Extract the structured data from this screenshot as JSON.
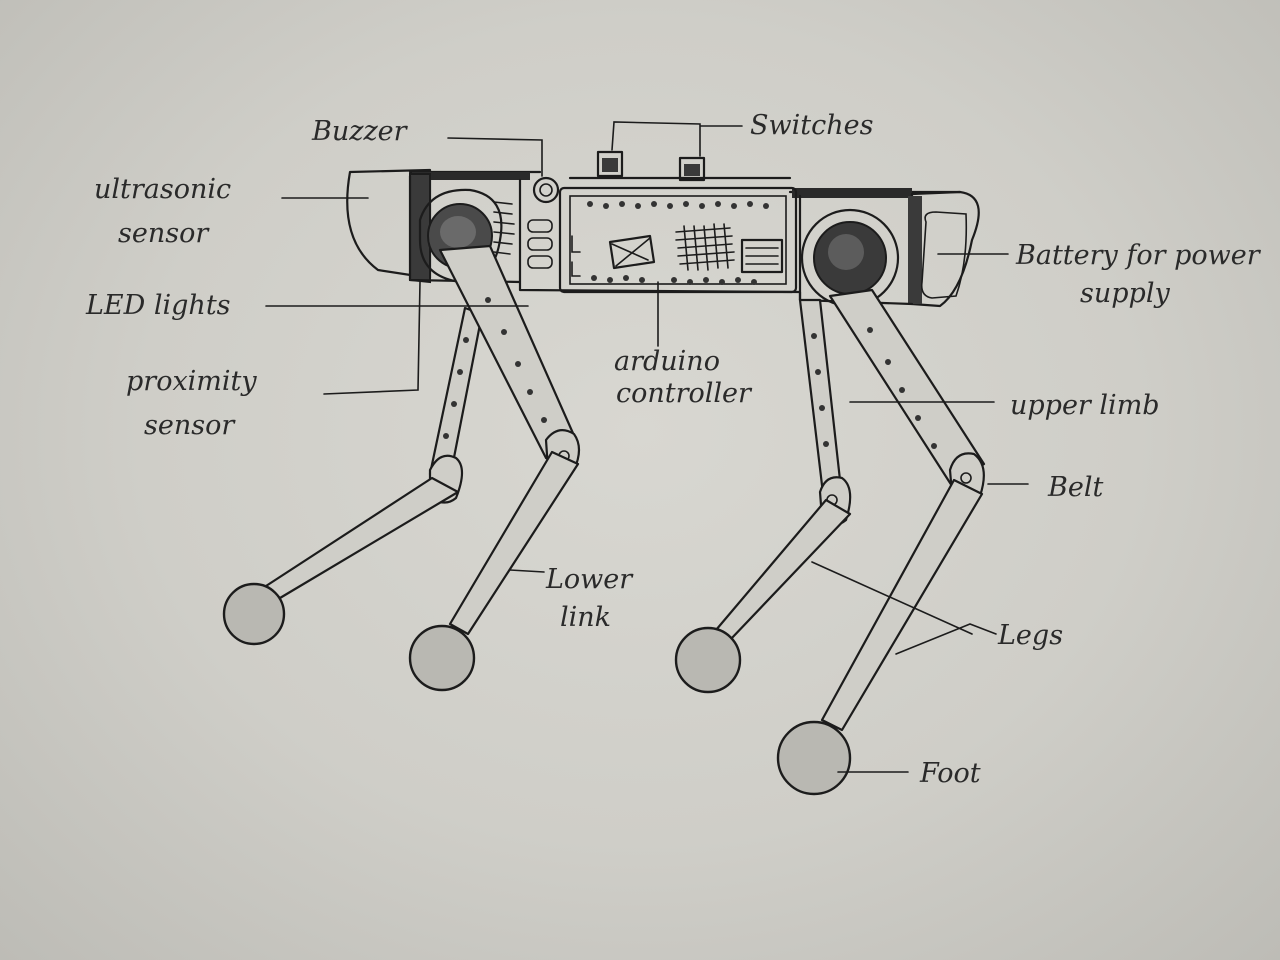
{
  "labels": {
    "buzzer": "Buzzer",
    "switches": "Switches",
    "ultrasonic_line1": "ultrasonic",
    "ultrasonic_line2": "sensor",
    "led_lights": "LED lights",
    "proximity_line1": "proximity",
    "proximity_line2": "sensor",
    "arduino_line1": "arduino",
    "arduino_line2": "controller",
    "battery_line1": "Battery for power",
    "battery_line2": "supply",
    "upper_limb": "upper limb",
    "belt": "Belt",
    "lower_link": "Lower",
    "lower_link_line2": "link",
    "legs": "Legs",
    "foot": "Foot"
  },
  "colors": {
    "paper": "#d6d5cf",
    "ink": "#1c1c1c",
    "shading": "#3a3a3a",
    "foot_fill": "#b9b8b2"
  }
}
